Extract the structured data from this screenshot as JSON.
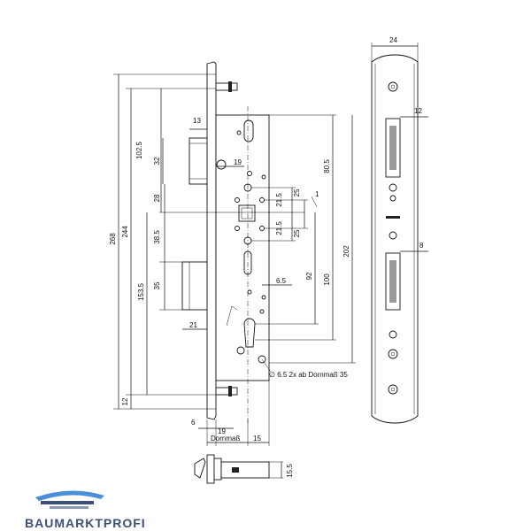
{
  "dimensions": {
    "front_width": "24",
    "front_slot_offset": "12",
    "front_latch_offset": "8",
    "latch_proj": "13",
    "height_268": "268",
    "height_244": "244",
    "dist_102_5": "102.5",
    "dist_32": "32",
    "dist_19_top": "19",
    "dist_80_5": "80.5",
    "dist_28": "28",
    "dist_21_5_a": "21.5",
    "dist_25_a": "25",
    "dist_1": "1",
    "dist_21_5_b": "21.5",
    "dist_25_b": "25",
    "dist_38_5": "38.5",
    "dist_202": "202",
    "dist_153_5": "153.5",
    "dist_35": "35",
    "dist_6_5": "6.5",
    "dist_92": "92",
    "dist_100": "100",
    "dist_21": "21",
    "dist_12_bottom": "12",
    "dist_6": "6",
    "dist_19_bottom": "19",
    "dornmass": "Dornmaß",
    "dist_15": "15",
    "dist_15_5": "15.5",
    "hole_note": "∅ 6.5 2x ab Dornmaß 35"
  },
  "brand": {
    "name": "BAUMARKTPROFI",
    "logo_color": "#3e4f77",
    "logo_accent": "#4a90d9"
  }
}
